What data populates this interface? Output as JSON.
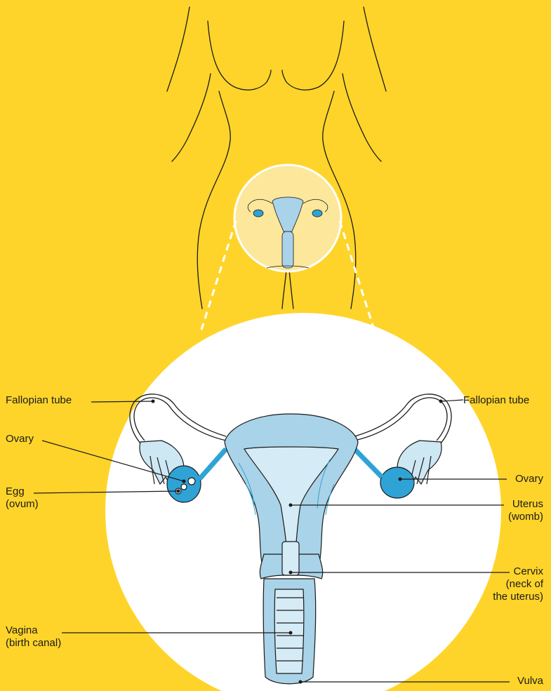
{
  "colors": {
    "background": "#FFD42A",
    "outline": "#1a1a1a",
    "inset_fill": "#FCE79A",
    "organ_fill": "#A9D3E8",
    "organ_dark": "#6FB6D9",
    "ovary_fill": "#2FA3D6"
  },
  "labels": {
    "fallopian_tube_left": "Fallopian tube",
    "fallopian_tube_right": "Fallopian tube",
    "ovary_left": "Ovary",
    "ovary_right": "Ovary",
    "egg_line1": "Egg",
    "egg_line2": "(ovum)",
    "uterus_line1": "Uterus",
    "uterus_line2": "(womb)",
    "cervix_line1": "Cervix",
    "cervix_line2": "(neck of",
    "cervix_line3": "the uterus)",
    "vagina_line1": "Vagina",
    "vagina_line2": "(birth canal)",
    "vulva": "Vulva"
  }
}
